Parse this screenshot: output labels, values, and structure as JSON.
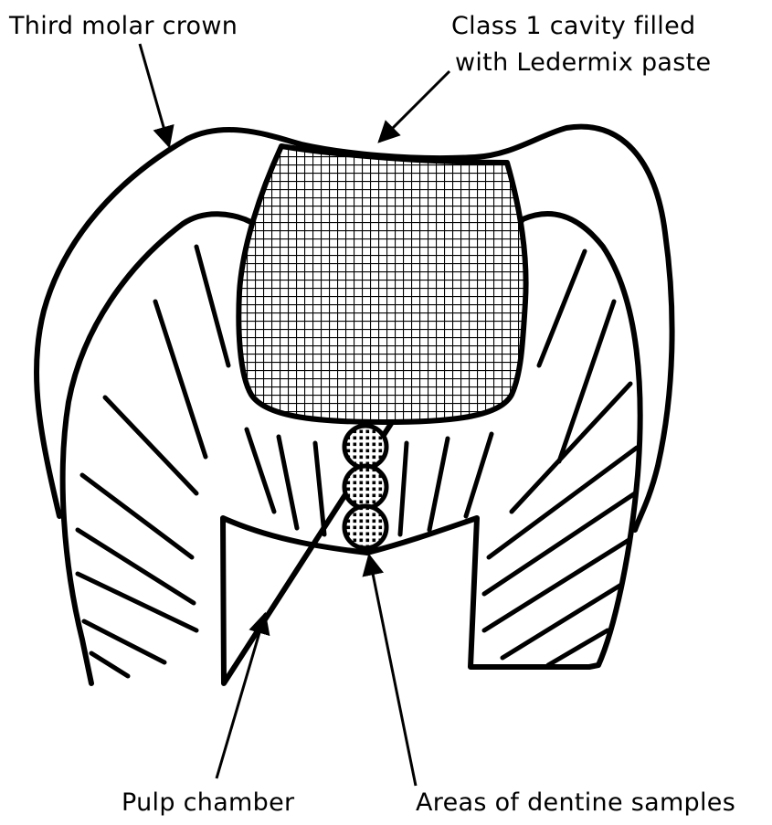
{
  "labels": {
    "third_molar_crown": "Third molar crown",
    "class1_cavity_line1": "Class 1 cavity filled",
    "class1_cavity_line2": "with Ledermix paste",
    "pulp_chamber": "Pulp chamber",
    "dentine_samples": "Areas of dentine samples"
  },
  "colors": {
    "ink": "#000000",
    "paper": "#ffffff"
  }
}
